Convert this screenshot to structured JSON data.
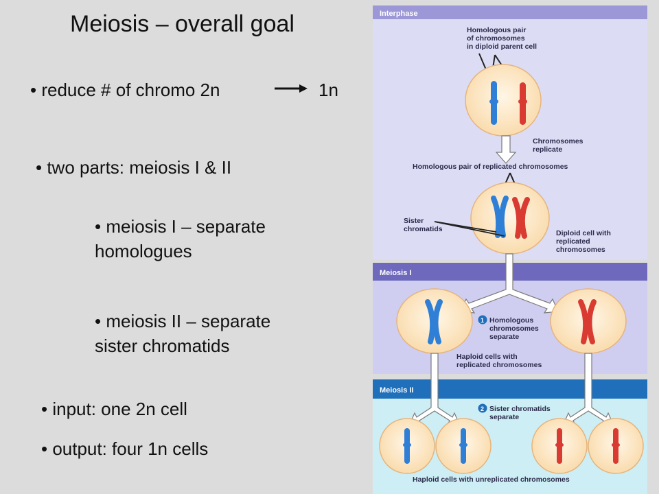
{
  "slide": {
    "title": "Meiosis – overall goal",
    "bullets": {
      "reduce": {
        "text": "• reduce # of chromo 2n",
        "end": "1n"
      },
      "two_parts": "• two parts: meiosis I & II",
      "meiosis1_line1": "• meiosis I – separate",
      "meiosis1_line2": "homologues",
      "meiosis2_line1": "• meiosis II – separate",
      "meiosis2_line2": "sister chromatids",
      "input": "• input: one 2n cell",
      "output": "• output: four 1n cells"
    }
  },
  "diagram": {
    "sections": {
      "interphase": "Interphase",
      "meiosis1": "Meiosis I",
      "meiosis2": "Meiosis II"
    },
    "labels": {
      "homologous_pair_1": "Homologous pair",
      "homologous_pair_2": "of chromosomes",
      "homologous_pair_3": "in diploid parent cell",
      "replicate_1": "Chromosomes",
      "replicate_2": "replicate",
      "replicated_pair": "Homologous pair of replicated chromosomes",
      "sister_1": "Sister",
      "sister_2": "chromatids",
      "diploid_1": "Diploid cell with",
      "diploid_2": "replicated",
      "diploid_3": "chromosomes",
      "step1_number": "1",
      "step1_1": "Homologous",
      "step1_2": "chromosomes",
      "step1_3": "separate",
      "haploid_rep_1": "Haploid cells with",
      "haploid_rep_2": "replicated chromosomes",
      "step2_number": "2",
      "step2_1": "Sister chromatids",
      "step2_2": "separate",
      "haploid_unrep": "Haploid cells with unreplicated chromosomes"
    },
    "colors": {
      "interphase_bg": "#dcdcf4",
      "meiosis1_bg": "#cfcdf0",
      "meiosis2_bg": "#cdeef4",
      "interphase_header": "#9c97d6",
      "meiosis1_header": "#6e69bd",
      "meiosis2_header": "#1f6fba",
      "cell_fill": "#fde6c4",
      "cell_stroke": "#e6b47c",
      "blue_chromosome": "#2f7fd6",
      "red_chromosome": "#d93a32",
      "label_text": "#2a2a4a"
    }
  }
}
